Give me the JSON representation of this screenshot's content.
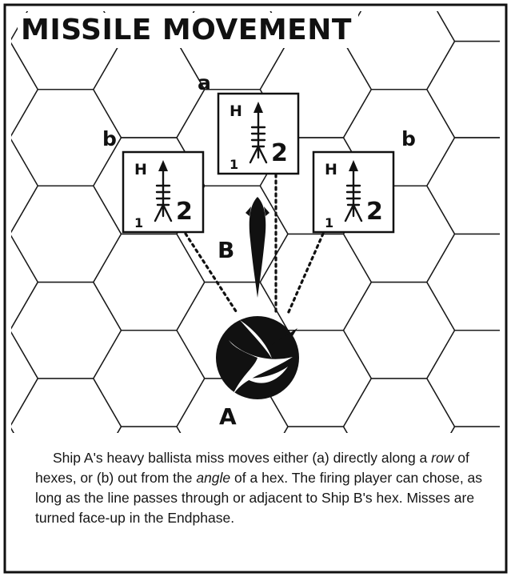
{
  "title": "MISSILE MOVEMENT",
  "labels": {
    "a": "a",
    "b_left": "b",
    "b_right": "b",
    "ship_a": "A",
    "ship_b": "B"
  },
  "counter": {
    "top_letter": "H",
    "bottom_left": "1",
    "bottom_right": "2"
  },
  "caption": {
    "part1": "Ship A's heavy ballista miss moves either (a) directly along a ",
    "row": "row",
    "part2": " of hexes, or (b) out from the ",
    "angle": "angle",
    "part3": " of a hex. The firing player can chose, as long as the line passes through or adjacent to Ship B's hex. Misses are turned face-up in the Endphase."
  },
  "colors": {
    "ink": "#111111",
    "grid": "#1a1a1a",
    "paper": "#ffffff"
  }
}
